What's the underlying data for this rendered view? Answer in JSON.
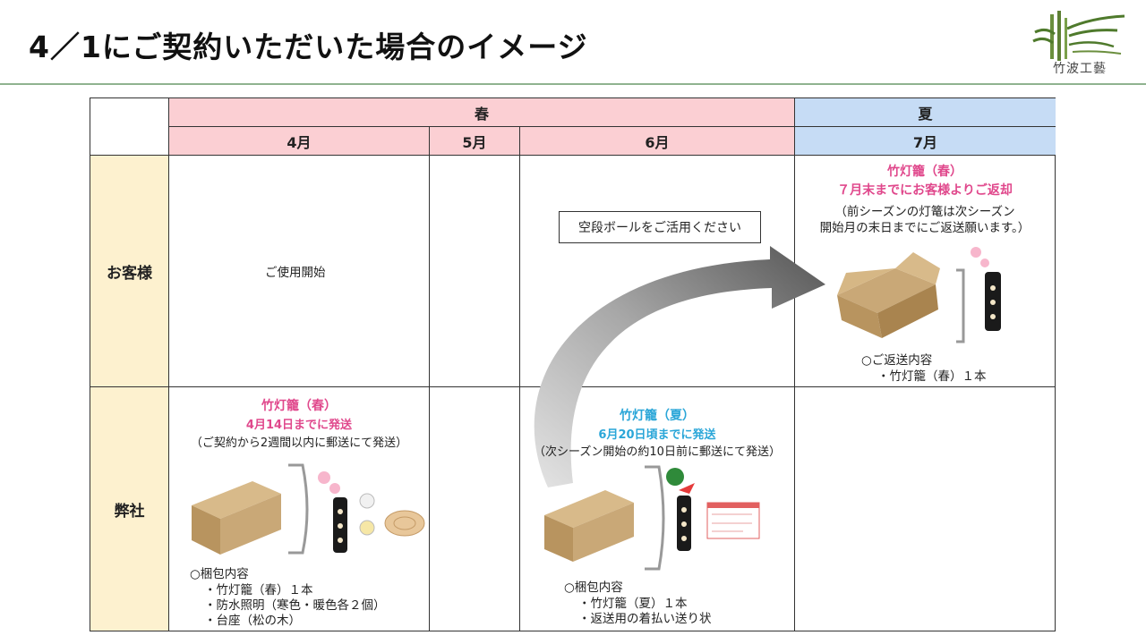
{
  "title": "4／1にご契約いただいた場合のイメージ",
  "logo": {
    "text": "竹波工藝"
  },
  "table": {
    "seasons": {
      "spring": "春",
      "summer": "夏"
    },
    "months": {
      "apr": "4月",
      "may": "5月",
      "jun": "6月",
      "jul": "7月"
    },
    "rows": {
      "customer": "お客様",
      "company": "弊社"
    }
  },
  "customer": {
    "april_text": "ご使用開始",
    "callout": "空段ボールをご活用ください",
    "july": {
      "heading": "竹灯籠（春）",
      "deadline": "７月末までにお客様よりご返却",
      "note1": "（前シーズンの灯篭は次シーズン",
      "note2": "開始月の末日までにご返送願います。）",
      "contents_title": "○ご返送内容",
      "item1": "・竹灯籠（春）１本"
    }
  },
  "company": {
    "april": {
      "heading": "竹灯籠（春）",
      "deadline": "4月14日までに発送",
      "note": "（ご契約から2週間以内に郵送にて発送）",
      "contents_title": "○梱包内容",
      "items": [
        "・竹灯籠（春）１本",
        "・防水照明（寒色・暖色各２個）",
        "・台座（松の木）"
      ]
    },
    "june": {
      "heading": "竹灯籠（夏）",
      "deadline": "6月20日頃までに発送",
      "note": "（次シーズン開始の約10日前に郵送にて発送）",
      "contents_title": "○梱包内容",
      "items": [
        "・竹灯籠（夏）１本",
        "・返送用の着払い送り状"
      ]
    }
  },
  "colors": {
    "spring_header": "#fbcfd3",
    "summer_header": "#c6dcf5",
    "row_header": "#fdf1cf",
    "pink_text": "#e0488c",
    "blue_text": "#2aa6d8",
    "title_rule": "#8fb38f"
  }
}
